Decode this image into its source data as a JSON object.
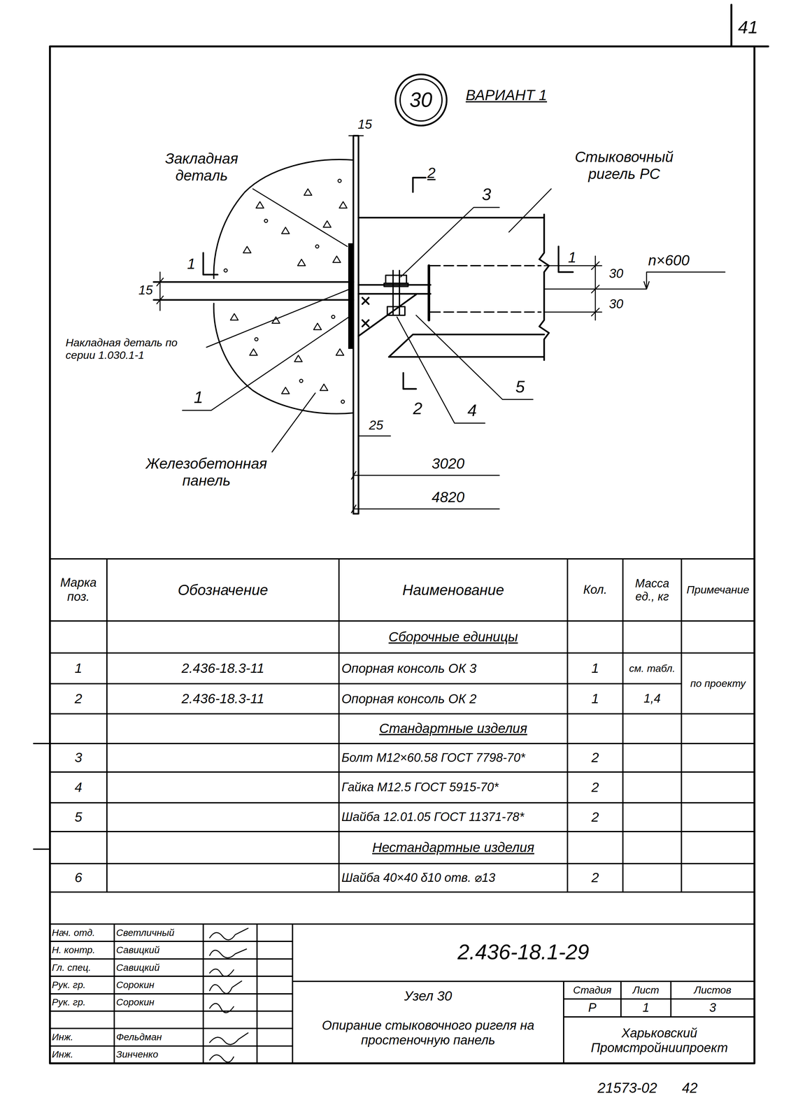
{
  "diagram": {
    "nodes": [
      {
        "text": [
          "30"
        ]
      }
    ],
    "labels": [
      "41",
      "ВАРИАНТ 1",
      "15",
      "Закладная деталь",
      "Стыковочный ригель РС",
      "2",
      "3",
      "1",
      "1",
      "30",
      "n×600",
      "30",
      "15",
      "Накладная деталь по серии 1.030.1-1",
      "1",
      "5",
      "4",
      "2",
      "25",
      "Железобетонная панель",
      "3020",
      "4820",
      "Марка поз.",
      "Обозначение",
      "Наименование",
      "Кол.",
      "Масса ед., кг",
      "Примечание",
      "Сборочные единицы",
      "1",
      "2.436-18.3-11",
      "Опорная консоль ОК 3",
      "1",
      "см. табл.",
      "по проекту",
      "2",
      "2.436-18.3-11",
      "Опорная консоль ОК 2",
      "1",
      "1,4",
      "Стандартные изделия",
      "3",
      "Болт М12×60.58 ГОСТ 7798-70*",
      "2",
      "4",
      "Гайка М12.5 ГОСТ 5915-70*",
      "2",
      "5",
      "Шайба 12.01.05 ГОСТ 11371-78*",
      "2",
      "Нестандартные изделия",
      "6",
      "Шайба 40×40 δ10 отв. ⌀13",
      "2",
      "Нач. отд.",
      "Светличный",
      "Н. контр.",
      "Савицкий",
      "Гл. спец.",
      "Савицкий",
      "Рук. гр.",
      "Сорокин",
      "Рук. гр.",
      "Сорокин",
      "Инж.",
      "Фельдман",
      "Инж.",
      "Зинченко",
      "2.436-18.1-29",
      "Узел 30",
      "Опирание стыковочного ригеля на простеночную панель",
      "Стадия",
      "Лист",
      "Листов",
      "Р",
      "1",
      "3",
      "Харьковский Промстройниипроект",
      "21573-02",
      "42"
    ]
  }
}
